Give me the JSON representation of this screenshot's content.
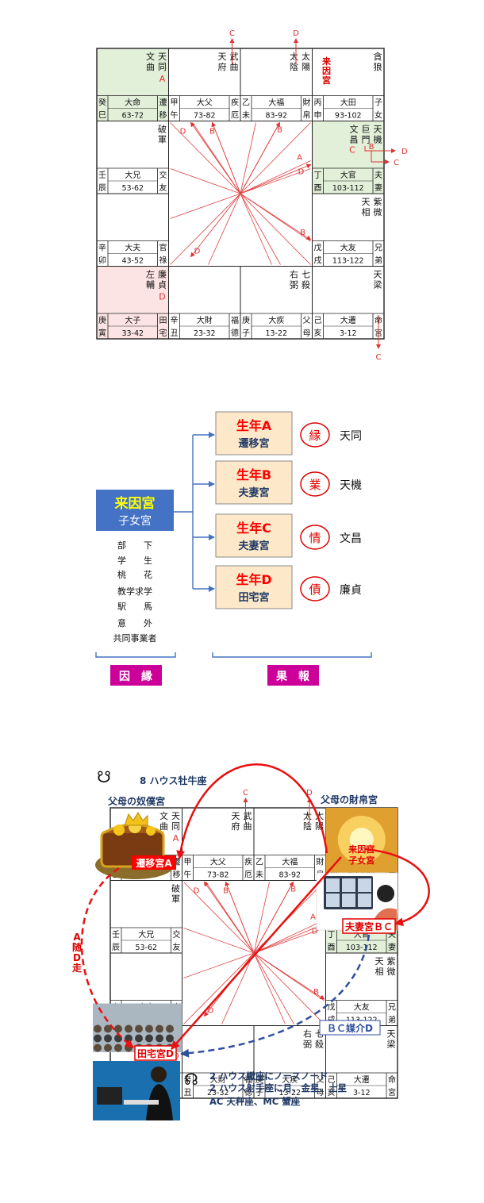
{
  "chart_top": {
    "palaces": [
      {
        "id": "sishi",
        "stars": [
          "天同",
          "文曲"
        ],
        "hua": "A",
        "stem": "癸",
        "branch": "巳",
        "da": "大命",
        "range": "63-72",
        "name": [
          "遷",
          "移"
        ],
        "fill": "#e2efd9"
      },
      {
        "id": "wu",
        "stars": [
          "武曲",
          "天府"
        ],
        "hua": "",
        "stem": "甲",
        "branch": "午",
        "da": "大父",
        "range": "73-82",
        "name": [
          "疾",
          "厄"
        ],
        "fill": "#ffffff"
      },
      {
        "id": "wei",
        "stars": [
          "太陽",
          "太陰"
        ],
        "hua": "",
        "stem": "乙",
        "branch": "未",
        "da": "大福",
        "range": "83-92",
        "name": [
          "財",
          "帛"
        ],
        "fill": "#ffffff"
      },
      {
        "id": "shen",
        "stars": [
          "貪狼"
        ],
        "hua": "",
        "stem": "丙",
        "branch": "申",
        "da": "大田",
        "range": "93-102",
        "name": [
          "子",
          "女"
        ],
        "fill": "#ffffff",
        "label": [
          "来",
          "因",
          "宮"
        ]
      },
      {
        "id": "chen",
        "stars": [
          "破軍"
        ],
        "hua": "",
        "stem": "壬",
        "branch": "辰",
        "da": "大兄",
        "range": "53-62",
        "name": [
          "交",
          "友"
        ],
        "fill": "#ffffff"
      },
      {
        "id": "you",
        "stars": [
          "天機",
          "巨門",
          "文昌"
        ],
        "hua": "C",
        "hua2": "B",
        "stem": "丁",
        "branch": "酉",
        "da": "大官",
        "range": "103-112",
        "name": [
          "夫",
          "妻"
        ],
        "fill": "#e2efd9"
      },
      {
        "id": "mao",
        "stars": [],
        "hua": "",
        "stem": "辛",
        "branch": "卯",
        "da": "大夫",
        "range": "43-52",
        "name": [
          "官",
          "祿"
        ],
        "fill": "#ffffff"
      },
      {
        "id": "xu",
        "stars": [
          "紫微",
          "天相"
        ],
        "hua": "",
        "stem": "戊",
        "branch": "戌",
        "da": "大友",
        "range": "113-122",
        "name": [
          "兄",
          "弟"
        ],
        "fill": "#ffffff"
      },
      {
        "id": "yin",
        "stars": [
          "廉貞",
          "左輔"
        ],
        "hua": "D",
        "stem": "庚",
        "branch": "寅",
        "da": "大子",
        "range": "33-42",
        "name": [
          "田",
          "宅"
        ],
        "fill": "#fce4e4"
      },
      {
        "id": "chou",
        "stars": [],
        "hua": "",
        "stem": "辛",
        "branch": "丑",
        "da": "大財",
        "range": "23-32",
        "name": [
          "福",
          "德"
        ],
        "fill": "#ffffff"
      },
      {
        "id": "zi",
        "stars": [
          "七殺",
          "右弼"
        ],
        "hua": "",
        "stem": "庚",
        "branch": "子",
        "da": "大疾",
        "range": "13-22",
        "name": [
          "父",
          "母"
        ],
        "fill": "#ffffff"
      },
      {
        "id": "hai",
        "stars": [
          "天梁"
        ],
        "hua": "",
        "stem": "己",
        "branch": "亥",
        "da": "大遷",
        "range": "3-12",
        "name": [
          "命",
          "宮"
        ],
        "fill": "#ffffff"
      }
    ],
    "arrow_labels": {
      "c": "C",
      "d": "D",
      "a": "A",
      "b": "B"
    }
  },
  "diagram": {
    "source": {
      "title": "来因宮",
      "subtitle": "子女宮"
    },
    "notes": [
      "部　　下",
      "学　　生",
      "桃　　花",
      "教学求学",
      "駅　　馬",
      "意　　外",
      "共同事業者"
    ],
    "results": [
      {
        "title": "生年A",
        "palace": "遷移宮",
        "circle": "縁",
        "star": "天同"
      },
      {
        "title": "生年B",
        "palace": "夫妻宮",
        "circle": "業",
        "star": "天機"
      },
      {
        "title": "生年C",
        "palace": "夫妻宮",
        "circle": "情",
        "star": "文昌"
      },
      {
        "title": "生年D",
        "palace": "田宅宮",
        "circle": "債",
        "star": "廉貞"
      }
    ],
    "cause_label": "因　縁",
    "effect_label": "果　報",
    "colors": {
      "source_bg": "#4472c4",
      "source_title": "#ffff00",
      "result_bg": "#fde9c9",
      "result_title": "#ff0000",
      "result_palace": "#1f3864",
      "circle": "#e00000",
      "tag_bg": "#cc0099",
      "connector": "#4472c4"
    }
  },
  "bottom": {
    "top_note": "8 ハウス牡牛座",
    "left_title": "父母の奴僕宮",
    "right_title": "父母の財帛宮",
    "callouts": {
      "qianyi": "遷移宮A",
      "laiyin_1": "来因宮",
      "laiyin_2": "子女宮",
      "fuqi": "夫妻宮ＢＣ",
      "tianzhai": "田宅宮D",
      "bc": "ＢＣ媒介D",
      "side": "A随D走"
    },
    "bottom_notes": [
      "2 ハウス蠍座にノースノード",
      "2 ハウス射手座に月、金星、土星",
      "AC 天秤座、MC 蟹座"
    ]
  }
}
